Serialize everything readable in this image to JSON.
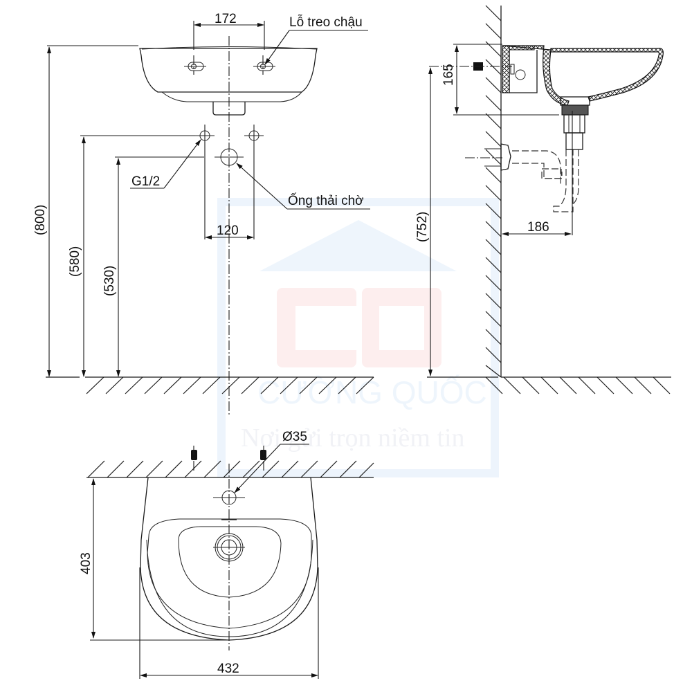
{
  "watermark": {
    "brand": "CƯỜNG QUỐC",
    "slogan": "Nơi gửi trọn niềm tin",
    "logo_letters": "CQ",
    "colors": {
      "logo": "#fdeeee",
      "frame": "#edf4fc",
      "text": "#eef5fc"
    }
  },
  "front_view": {
    "dim_top": "172",
    "callout_hanging_holes": "Lỗ treo chậu",
    "callout_g12": "G1/2",
    "callout_drain": "Ống thải chờ",
    "dim_supply_spacing": "120",
    "dim_total_height": "(800)",
    "dim_supply_height": "(580)",
    "dim_drain_height": "(530)"
  },
  "side_view": {
    "dim_bracket": "165",
    "dim_height": "(752)",
    "dim_trap_offset": "186"
  },
  "top_view": {
    "callout_tap_hole": "Ø35",
    "dim_depth": "403",
    "dim_width": "432"
  }
}
